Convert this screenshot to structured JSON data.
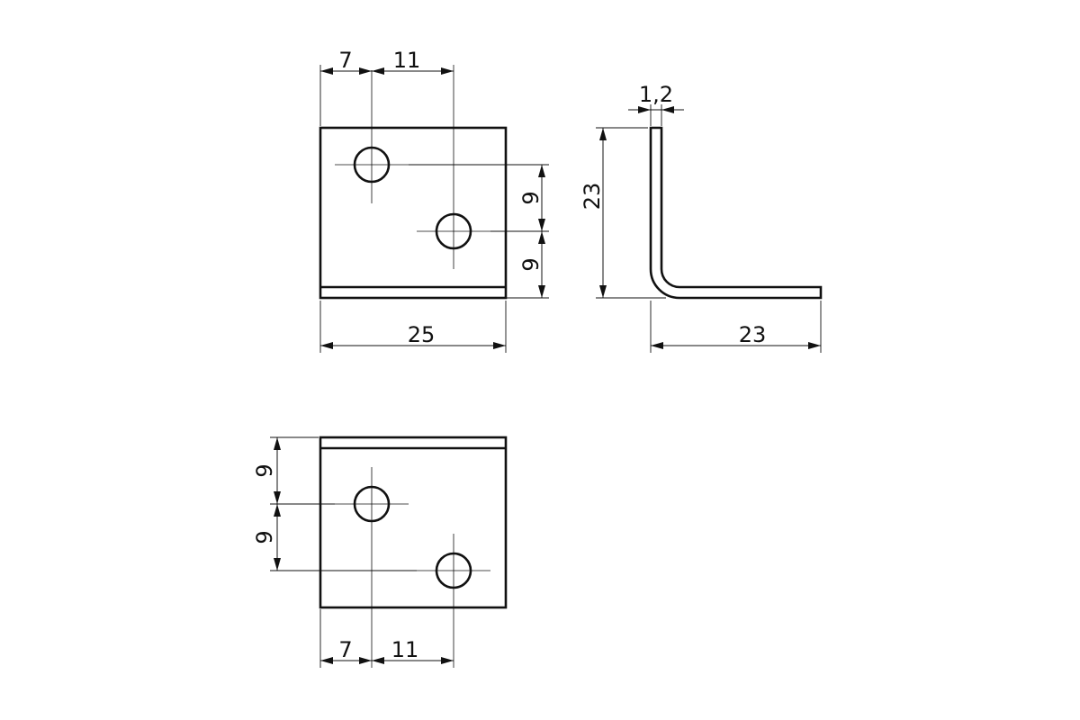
{
  "ink_color": "#111111",
  "background_color": "#ffffff",
  "views": {
    "top": {
      "width": "25",
      "hole_x_offset": "7",
      "hole_x_spacing": "11",
      "hole_y_spacing_1": "9",
      "hole_y_spacing_2": "9"
    },
    "side": {
      "thickness": "1,2",
      "height": "23",
      "length": "23"
    },
    "bottom": {
      "hole_y_spacing_1": "9",
      "hole_y_spacing_2": "9",
      "hole_x_offset": "7",
      "hole_x_spacing": "11"
    }
  }
}
